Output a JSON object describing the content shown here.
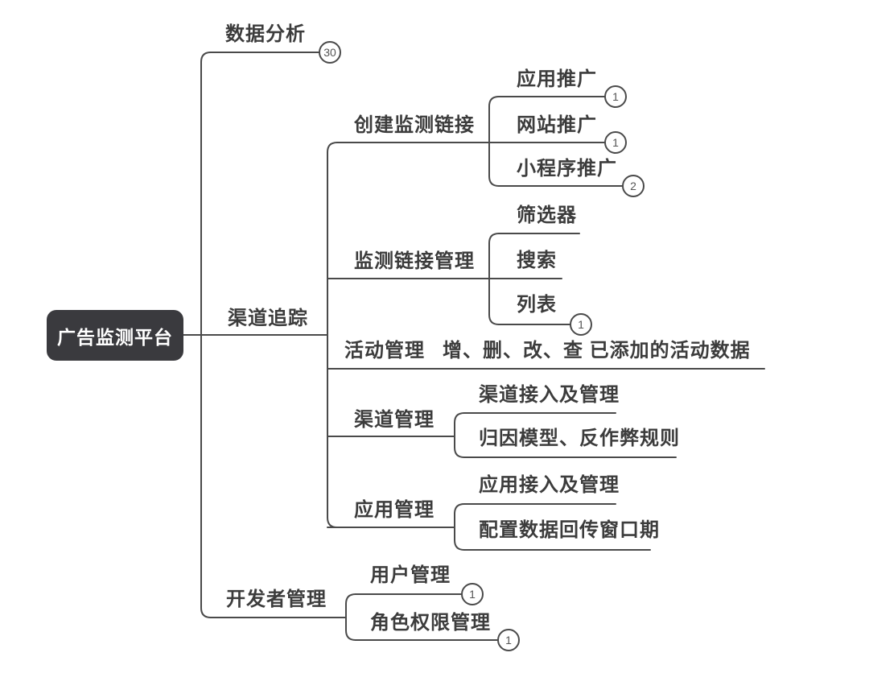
{
  "mindmap": {
    "root": {
      "label": "广告监测平台"
    },
    "branches": [
      {
        "label": "数据分析",
        "badge": "30"
      },
      {
        "label": "渠道追踪",
        "children": [
          {
            "label": "创建监测链接",
            "children": [
              {
                "label": "应用推广",
                "badge": "1"
              },
              {
                "label": "网站推广",
                "badge": "1"
              },
              {
                "label": "小程序推广",
                "badge": "2"
              }
            ]
          },
          {
            "label": "监测链接管理",
            "children": [
              {
                "label": "筛选器"
              },
              {
                "label": "搜索"
              },
              {
                "label": "列表",
                "badge": "1"
              }
            ]
          },
          {
            "label": "活动管理",
            "children": [
              {
                "label": "增、删、改、查 已添加的活动数据"
              }
            ]
          },
          {
            "label": "渠道管理",
            "children": [
              {
                "label": "渠道接入及管理"
              },
              {
                "label": "归因模型、反作弊规则"
              }
            ]
          },
          {
            "label": "应用管理",
            "children": [
              {
                "label": "应用接入及管理"
              },
              {
                "label": "配置数据回传窗口期"
              }
            ]
          }
        ]
      },
      {
        "label": "开发者管理",
        "children": [
          {
            "label": "用户管理",
            "badge": "1"
          },
          {
            "label": "角色权限管理",
            "badge": "1"
          }
        ]
      }
    ]
  },
  "colors": {
    "line_color": "#4a4a4a",
    "text_color": "#3c3c3c",
    "root_bg": "#3a3a3e",
    "root_text": "#ffffff",
    "badge_bg": "#ffffff",
    "badge_border": "#4a4a4a",
    "badge_text": "#555555",
    "page_bg": "#ffffff"
  }
}
